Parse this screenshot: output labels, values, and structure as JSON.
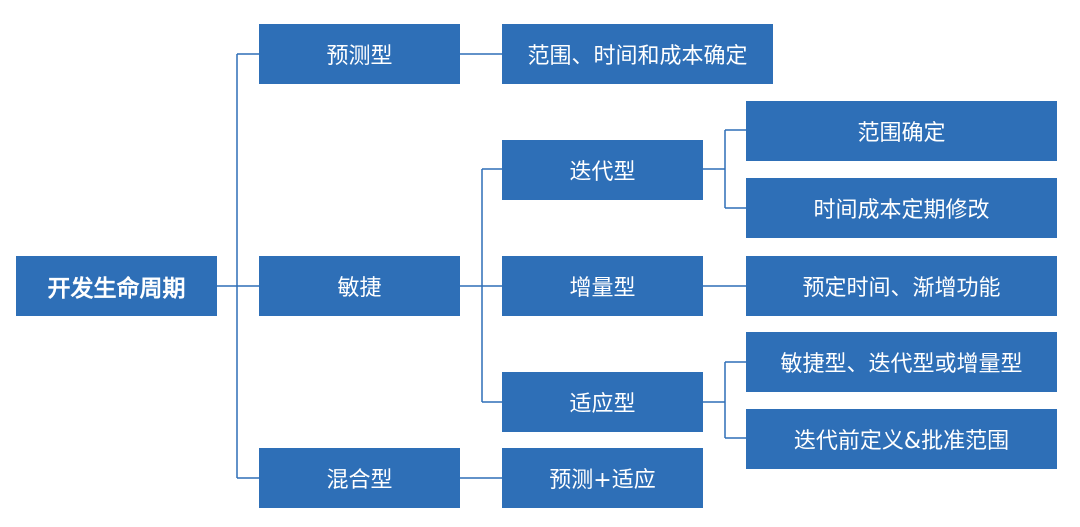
{
  "colors": {
    "box_fill": "#2e6fb7",
    "connector": "#2e6fb7",
    "text": "#ffffff"
  },
  "root": {
    "label": "开发生命周期"
  },
  "level1": {
    "predictive": {
      "label": "预测型"
    },
    "agile": {
      "label": "敏捷"
    },
    "hybrid": {
      "label": "混合型"
    }
  },
  "level2": {
    "predictive_desc": {
      "label": "范围、时间和成本确定"
    },
    "iterative": {
      "label": "迭代型"
    },
    "incremental": {
      "label": "增量型"
    },
    "adaptive": {
      "label": "适应型"
    },
    "hybrid_desc": {
      "label": "预测+适应"
    }
  },
  "level3": {
    "iterative_scope": {
      "label": "范围确定"
    },
    "iterative_time_cost": {
      "label": "时间成本定期修改"
    },
    "incremental_desc": {
      "label": "预定时间、渐增功能"
    },
    "adaptive_types": {
      "label": "敏捷型、迭代型或增量型"
    },
    "adaptive_scope": {
      "label": "迭代前定义&批准范围"
    }
  }
}
